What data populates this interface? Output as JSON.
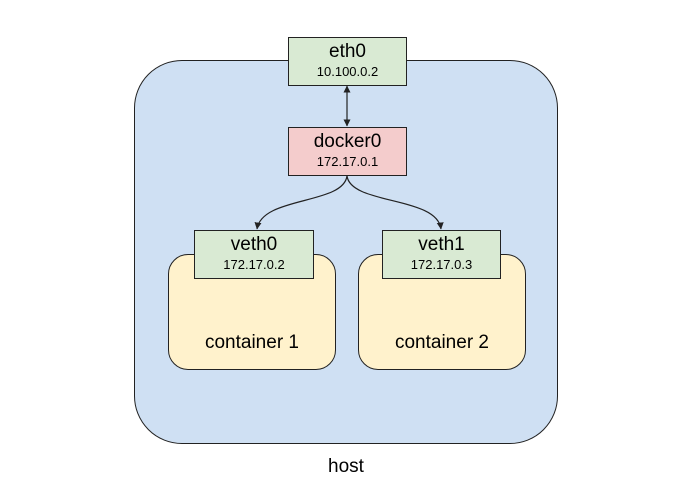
{
  "host": {
    "label": "host"
  },
  "eth0": {
    "name": "eth0",
    "ip": "10.100.0.2"
  },
  "docker0": {
    "name": "docker0",
    "ip": "172.17.0.1"
  },
  "veth0": {
    "name": "veth0",
    "ip": "172.17.0.2"
  },
  "veth1": {
    "name": "veth1",
    "ip": "172.17.0.3"
  },
  "container1": {
    "label": "container 1"
  },
  "container2": {
    "label": "container 2"
  },
  "colors": {
    "host_fill": "#cfe0f3",
    "container_fill": "#fff2cc",
    "interface_fill": "#d9ead3",
    "bridge_fill": "#f4cccc"
  }
}
